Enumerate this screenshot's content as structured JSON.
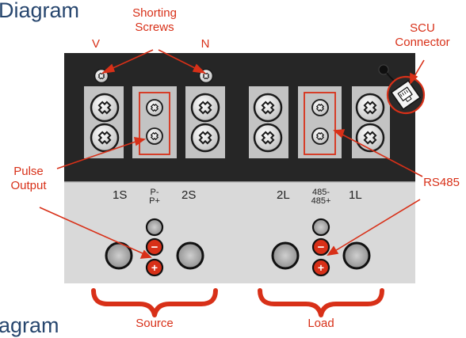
{
  "title": "Diagram",
  "title2": "agram",
  "callouts": {
    "shorting_line1": "Shorting",
    "shorting_line2": "Screws",
    "v": "V",
    "n": "N",
    "scu_line1": "SCU",
    "scu_line2": "Connector",
    "pulse_line1": "Pulse",
    "pulse_line2": "Output",
    "rs485": "RS485",
    "source": "Source",
    "load": "Load"
  },
  "terminals": {
    "s1": "1S",
    "pulse_minus": "P-",
    "pulse_plus": "P+",
    "s2": "2S",
    "l2": "2L",
    "rs_minus": "485-",
    "rs_plus": "485+",
    "l1": "1L"
  },
  "jack_symbols": {
    "minus": "−",
    "plus": "+"
  },
  "colors": {
    "accent": "#d83018",
    "panel_dark": "#262626",
    "panel_light": "#d8d8d8",
    "title": "#27466e"
  }
}
